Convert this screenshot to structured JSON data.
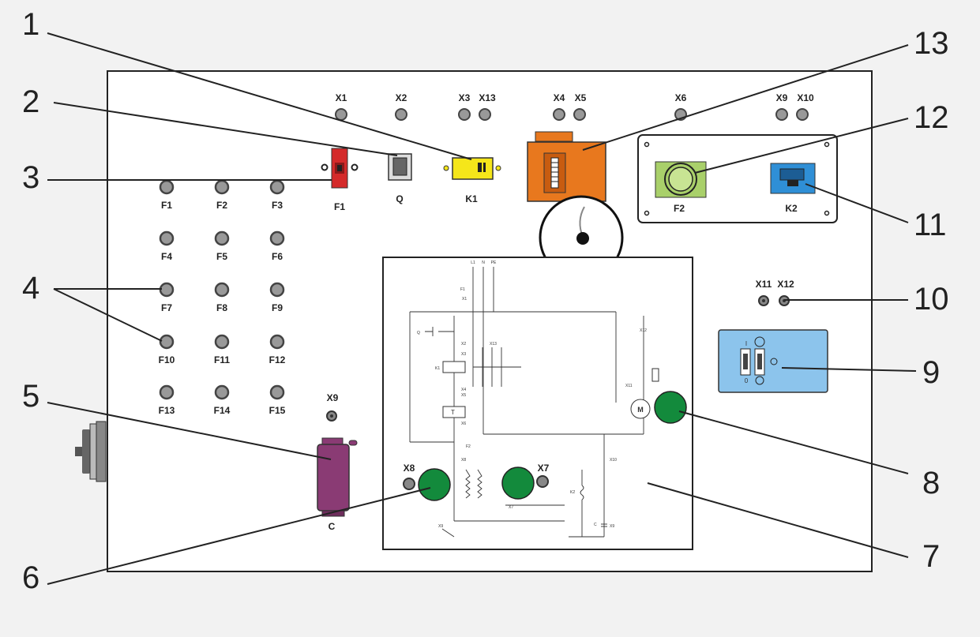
{
  "callouts": [
    {
      "id": "1",
      "text": "1"
    },
    {
      "id": "2",
      "text": "2"
    },
    {
      "id": "3",
      "text": "3"
    },
    {
      "id": "4",
      "text": "4"
    },
    {
      "id": "5",
      "text": "5"
    },
    {
      "id": "6",
      "text": "6"
    },
    {
      "id": "7",
      "text": "7"
    },
    {
      "id": "8",
      "text": "8"
    },
    {
      "id": "9",
      "text": "9"
    },
    {
      "id": "10",
      "text": "10"
    },
    {
      "id": "11",
      "text": "11"
    },
    {
      "id": "12",
      "text": "12"
    },
    {
      "id": "13",
      "text": "13"
    }
  ],
  "terminals": {
    "top": [
      "X1",
      "X2",
      "X3",
      "X13",
      "X4",
      "X5",
      "X6",
      "X9",
      "X10"
    ],
    "x11": "X11",
    "x12": "X12",
    "x9_lower": "X9",
    "x8": "X8",
    "x7": "X7"
  },
  "fuses": [
    "F1",
    "F2",
    "F3",
    "F4",
    "F5",
    "F6",
    "F7",
    "F8",
    "F9",
    "F10",
    "F11",
    "F12",
    "F13",
    "F14",
    "F15"
  ],
  "components": {
    "f1_breaker": "F1",
    "q_switch": "Q",
    "k1_contactor": "K1",
    "f2_sensor": "F2",
    "k2_relay": "K2",
    "c_capacitor": "C"
  },
  "schematic": {
    "top": [
      "L1",
      "N",
      "PE"
    ],
    "labels": [
      "F1",
      "X1",
      "Q",
      "X2",
      "X13",
      "X3",
      "K1",
      "X4",
      "X5",
      "T",
      "X6",
      "F2",
      "X8",
      "X7",
      "K2",
      "X10",
      "C",
      "X9",
      "X11",
      "X12"
    ],
    "motor": "M",
    "switch_marks": {
      "on": "I",
      "off": "0"
    }
  },
  "colors": {
    "breaker": "#d42a2a",
    "contactor": "#f5e61a",
    "timer": "#e8781e",
    "sensor": "#a9d06a",
    "relay": "#2f8fd6",
    "capacitor": "#8a3b74",
    "lamp": "#138a3c",
    "switch_panel": "#8cc4ec"
  }
}
